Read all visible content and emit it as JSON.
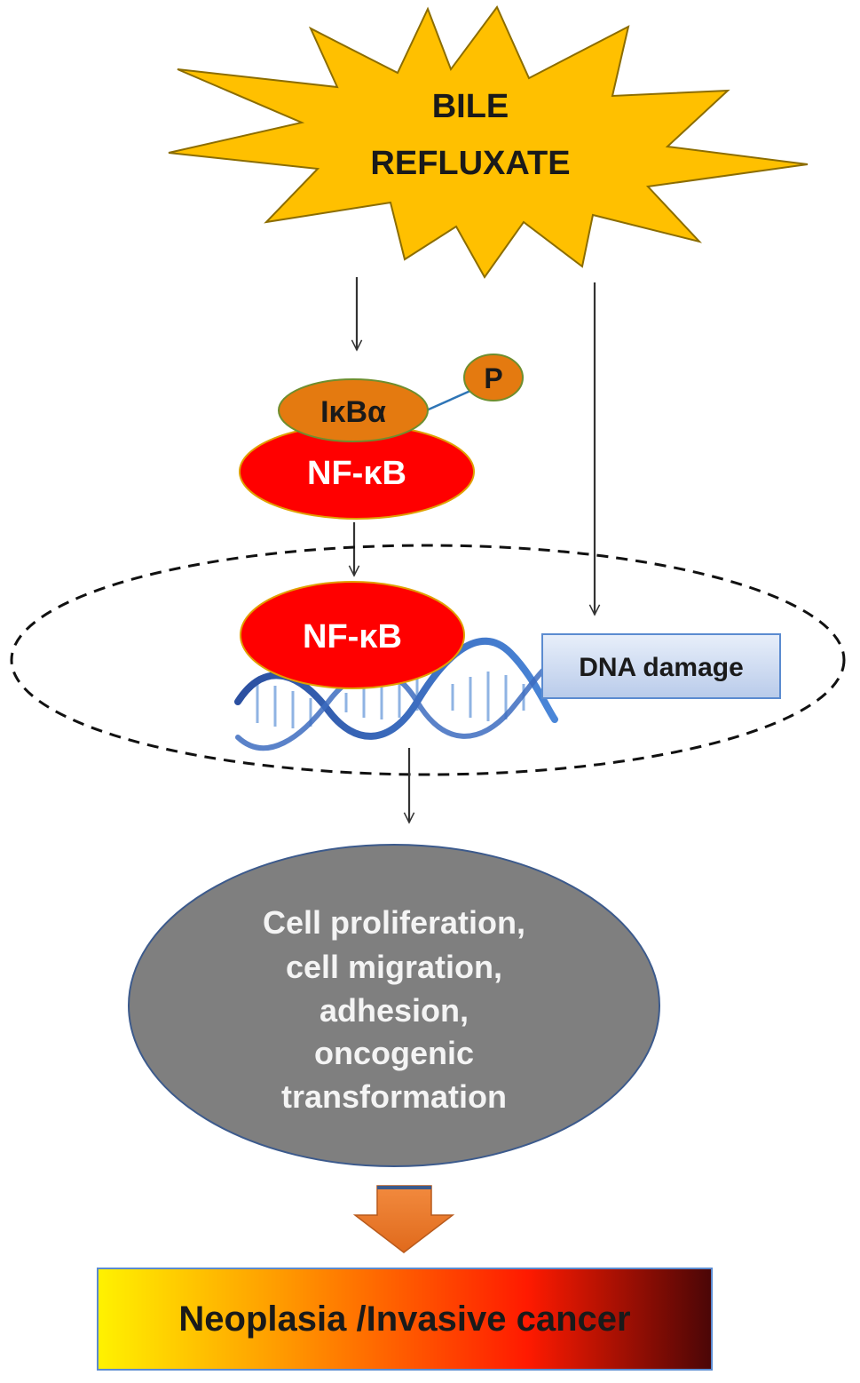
{
  "stimulus": {
    "line1": "BILE",
    "line2": "REFLUXATE"
  },
  "ikba_label": "IκBα",
  "phospho_label": "P",
  "nfkb_cytoplasm_label": "NF-κB",
  "nfkb_nucleus_label": "NF-κB",
  "dna_damage_label": "DNA damage",
  "outcomes": {
    "line1": "Cell proliferation,",
    "line2": "cell migration,",
    "line3": "adhesion,",
    "line4": "oncogenic",
    "line5": "transformation"
  },
  "final_label": "Neoplasia /Invasive cancer",
  "colors": {
    "star_fill": "#FFC000",
    "ikba_fill": "#E47A10",
    "nfkb_fill": "#FF0000",
    "outcome_fill": "#7F7F7F",
    "block_arrow": "#ED7D31",
    "dna_box_fill": "#DCE6F5",
    "gradient_start": "#FFF200",
    "gradient_mid": "#FF2000",
    "gradient_end": "#4A0606"
  }
}
